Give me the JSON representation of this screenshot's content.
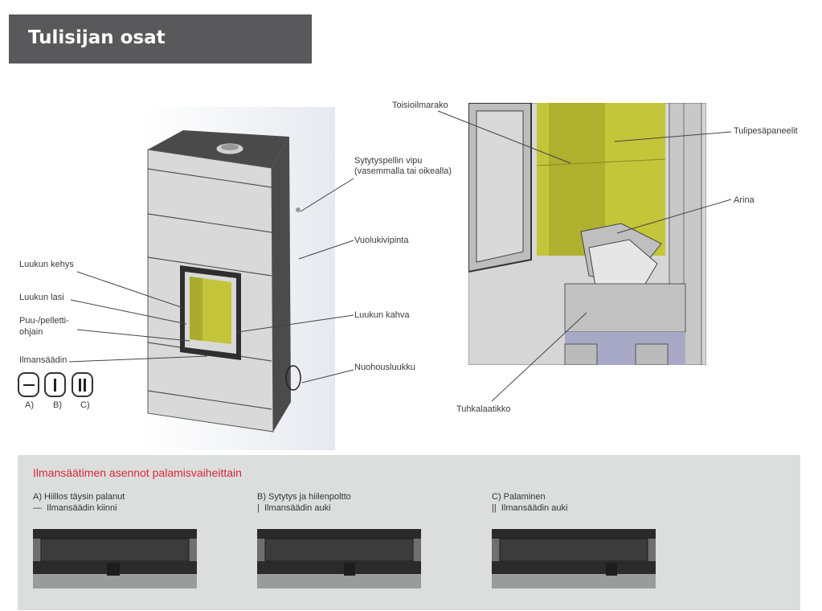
{
  "header": {
    "title": "Tulisijan osat"
  },
  "stove_labels": {
    "sytytyspellin_vipu": "Sytytyspellin vipu",
    "sytytyspellin_vipu_note": "(vasemmalla tai oikealla)",
    "vuolukivipinta": "Vuolukivipinta",
    "luukun_kehys": "Luukun kehys",
    "luukun_lasi": "Luukun lasi",
    "puu_pelletti_1": "Puu-/pelletti-",
    "puu_pelletti_2": "ohjain",
    "luukun_kahva": "Luukun kahva",
    "ilmansaadin": "Ilmansäädin",
    "nuohousluukku": "Nuohousluukku"
  },
  "mode_icons": {
    "a": "A)",
    "b": "B)",
    "c": "C)"
  },
  "cutaway_labels": {
    "toisioilmarako": "Toisioilmarako",
    "tulipesapaneelit": "Tulipesäpaneelit",
    "arina": "Arina",
    "tuhkalaatikko": "Tuhkalaatikko"
  },
  "positions": {
    "title": "Ilmansäätimen asennot palamisvaiheittain",
    "modes": [
      {
        "title": "A) Hiillos täysin palanut",
        "symbol": "—",
        "state": "Ilmansäädin kiinni"
      },
      {
        "title": "B) Sytytys ja hiilenpoltto",
        "symbol": "|",
        "state": "Ilmansäädin auki"
      },
      {
        "title": "C) Palaminen",
        "symbol": "||",
        "state": "Ilmansäädin auki"
      }
    ]
  },
  "colors": {
    "header_bg": "#59595b",
    "accent_red": "#d8283c",
    "panel_bg": "#dcdedd",
    "firebox_yellow": "#c3c43a"
  }
}
